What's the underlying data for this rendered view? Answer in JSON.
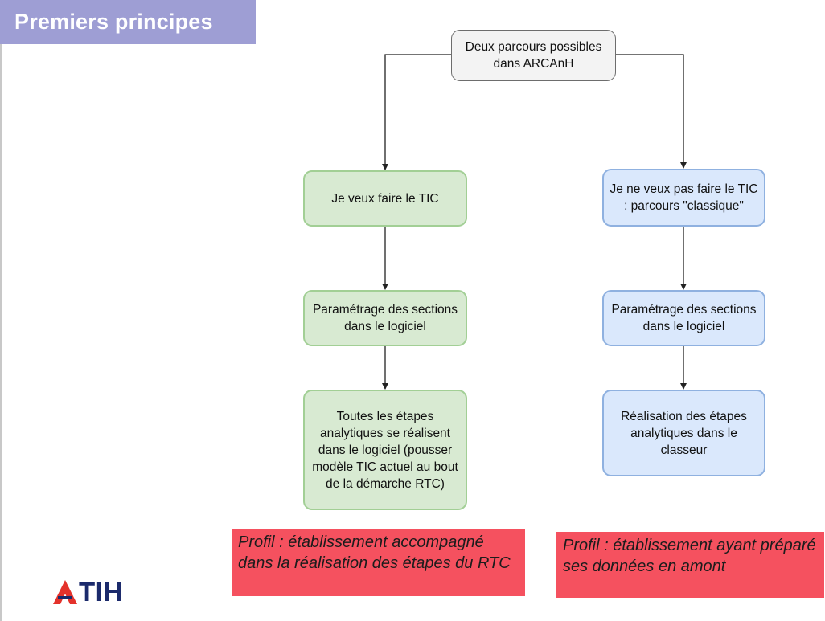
{
  "header": {
    "title": "Premiers principes"
  },
  "diagram": {
    "root": {
      "label": "Deux parcours possibles dans ARCAnH"
    },
    "left_branch": {
      "choice": "Je veux faire le TIC",
      "setup": "Paramétrage des sections dans le logiciel",
      "steps": "Toutes les étapes analytiques se réalisent dans le logiciel (pousser modèle TIC actuel au bout de la démarche RTC)",
      "profile": "Profil : établissement accompagné dans la réalisation des étapes du RTC"
    },
    "right_branch": {
      "choice": "Je ne veux pas faire le TIC : parcours \"classique\"",
      "setup": "Paramétrage des sections dans le logiciel",
      "steps": "Réalisation des étapes analytiques dans le classeur",
      "profile": "Profil : établissement ayant préparé ses données en amont"
    }
  },
  "logo": {
    "text": "TIH"
  },
  "colors": {
    "title_bar": "#9e9ed4",
    "left_fill": "#d8ead2",
    "left_border": "#a2cf95",
    "right_fill": "#dae8fc",
    "right_border": "#8fb1e0",
    "profile_fill": "#f5515f",
    "logo_red": "#e4322b",
    "logo_navy": "#1b2a6b"
  }
}
